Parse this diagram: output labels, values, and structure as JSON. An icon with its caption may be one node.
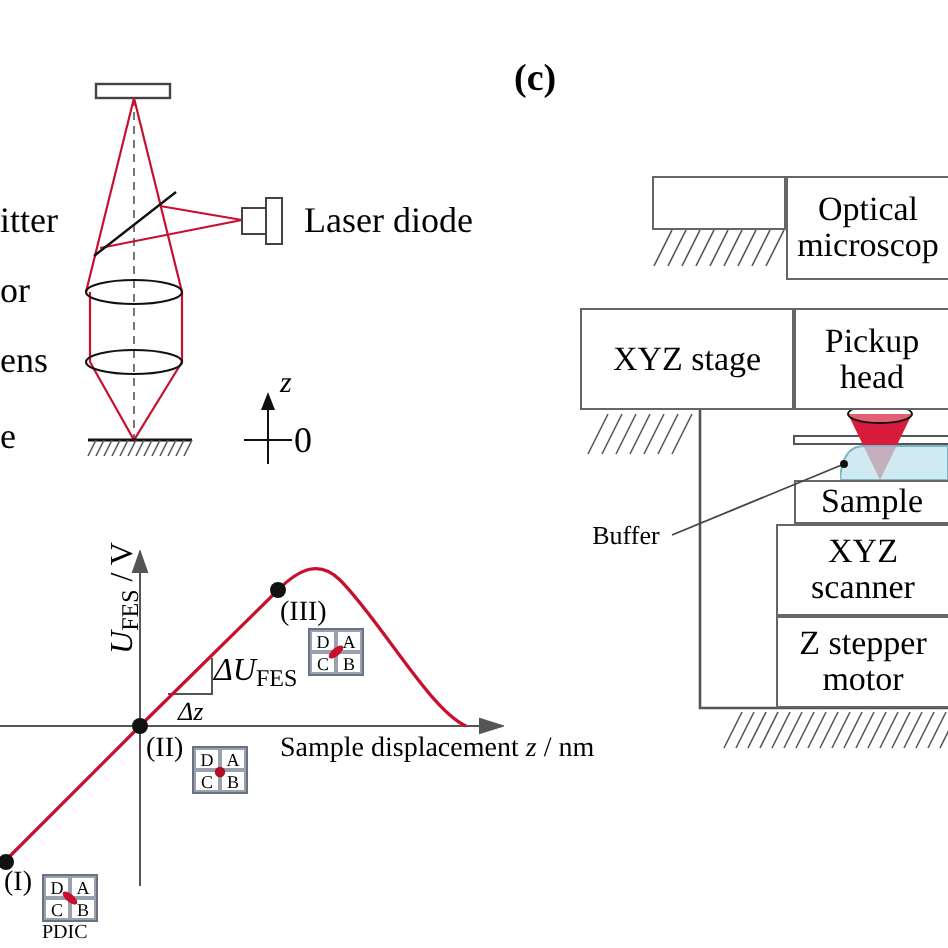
{
  "diagram": {
    "nodes": [
      {
        "text": [],
        "shape": "box"
      },
      {
        "text": [
          "Optical microscop"
        ]
      },
      {
        "text": [
          "XYZ stage"
        ]
      },
      {
        "text": [
          "Pickup head"
        ]
      },
      {
        "text": [],
        "shape": "box"
      },
      {
        "text": [
          "Sample"
        ]
      },
      {
        "text": [
          "Buffer"
        ]
      },
      {
        "text": [
          "XYZ scanner"
        ]
      },
      {
        "text": [
          "Z stepper motor"
        ]
      }
    ],
    "edges": [
      {
        "from": 6,
        "to": 4,
        "arrow": "other"
      }
    ],
    "labels": [
      "(c)",
      "itter",
      "Laser diode",
      "or",
      "ens",
      "z",
      "e",
      "0",
      "*U*$_{FES}$ / V",
      "(III)",
      "D",
      "A",
      "C",
      "B",
      "*ΔU*$_{FES}$",
      "Δz",
      "(II)",
      "D",
      "A",
      "C",
      "B",
      "Sample displacement *z* / nm",
      "(I)",
      "D",
      "A",
      "C",
      "B",
      "PDIC"
    ]
  }
}
